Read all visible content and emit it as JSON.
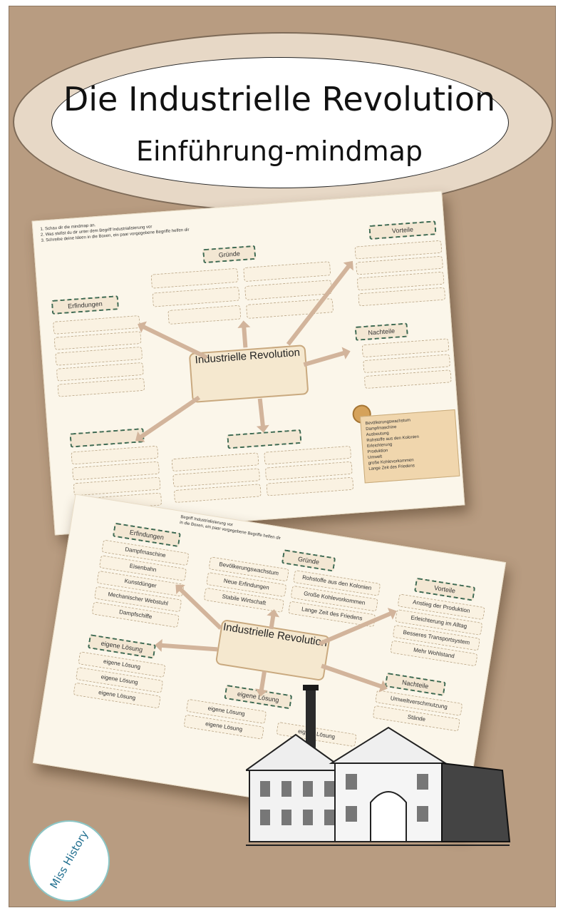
{
  "title": {
    "line1": "Die Industrielle Revolution",
    "line2": "Einführung-mindmap"
  },
  "sheet1": {
    "instructions": [
      "1.  Schau dir die mindmap an.",
      "2.  Was stellst du dir unter dem Begriff Industrialisierung vor",
      "3.  Schreibe deine Ideen in die Boxen, ein paar vorgegebene Begriffe helfen dir"
    ],
    "center": "Industrielle Revolution",
    "headers": {
      "gruende": "Gründe",
      "erfindungen": "Erfindungen",
      "vorteile": "Vorteile",
      "nachteile": "Nachteile"
    },
    "wordbank": [
      "Bevölkerungswachstum",
      "Dampfmaschine",
      "Ausbeutung",
      "Rohstoffe aus den Kolonien",
      "Erleichterung",
      "Produktion",
      "Umwelt",
      "große Kohlevorkommen",
      "Lange Zeit des Friedens"
    ]
  },
  "sheet2": {
    "instructions": [
      "Begriff Industrialisierung vor",
      "in die Boxen, ein paar vorgegebene Begriffe helfen dir"
    ],
    "center": "Industrielle Revolution",
    "headers": {
      "erfindungen": "Erfindungen",
      "gruende": "Gründe",
      "vorteile": "Vorteile",
      "nachteile": "Nachteile",
      "eigene": "eigene Lösung",
      "eigene2": "eigene Lösung"
    },
    "erfindungen": [
      "Dampfmaschine",
      "Eisenbahn",
      "Kunstdünger",
      "Mechanischer Webstuhl",
      "Dampfschiffe"
    ],
    "gruende": [
      "Bevölkerungswachstum",
      "Neue Erfindungen",
      "Stabile Wirtschaft",
      "Rohstoffe aus den Kolonien",
      "Große Kohlevorkommen",
      "Lange Zeit des Friedens"
    ],
    "vorteile": [
      "Anstieg der Produktion",
      "Erleichterung im Alltag",
      "Besseres Transportsystem",
      "Mehr Wohlstand"
    ],
    "nachteile": [
      "Umweltverschmutzung",
      "Stände"
    ],
    "eigene": [
      "eigene Lösung",
      "eigene Lösung",
      "eigene Lösung",
      "eigene Lösung",
      "eigene Lösung",
      "eigene Lösung"
    ]
  },
  "logo": {
    "text": "Miss History"
  }
}
